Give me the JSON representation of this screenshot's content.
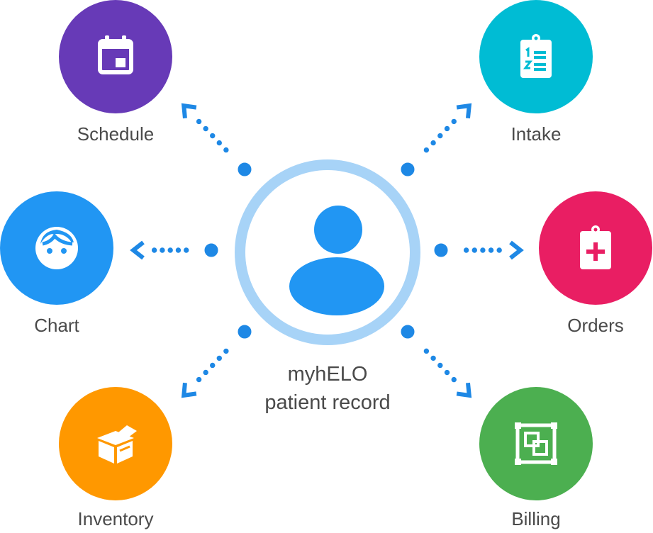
{
  "center": {
    "line1": "myhELO",
    "line2": "patient record",
    "icon": "user-icon",
    "ring_color": "#a7d3f7",
    "icon_color": "#2196f3"
  },
  "connector_color": "#1e88e5",
  "modules": [
    {
      "id": "schedule",
      "label": "Schedule",
      "icon": "calendar-icon",
      "color": "#673ab7"
    },
    {
      "id": "intake",
      "label": "Intake",
      "icon": "clipboard-list-icon",
      "color": "#00bcd4"
    },
    {
      "id": "chart",
      "label": "Chart",
      "icon": "face-icon",
      "color": "#2196f3"
    },
    {
      "id": "orders",
      "label": "Orders",
      "icon": "clipboard-plus-icon",
      "color": "#e91e63"
    },
    {
      "id": "inventory",
      "label": "Inventory",
      "icon": "box-icon",
      "color": "#ff9800"
    },
    {
      "id": "billing",
      "label": "Billing",
      "icon": "billing-frame-icon",
      "color": "#4caf50"
    }
  ]
}
